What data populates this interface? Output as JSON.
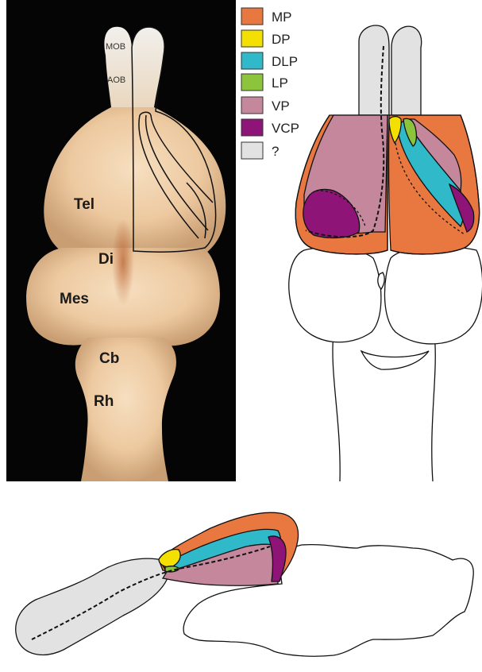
{
  "photo": {
    "labels": {
      "mob": "MOB",
      "aob": "AOB",
      "tel": "Tel",
      "di": "Di",
      "mes": "Mes",
      "cb": "Cb",
      "rh": "Rh"
    }
  },
  "legend": {
    "items": [
      {
        "label": "MP",
        "color": "#e8783f"
      },
      {
        "label": "DP",
        "color": "#f4e000"
      },
      {
        "label": "DLP",
        "color": "#2fb9c9"
      },
      {
        "label": "LP",
        "color": "#8cc43c"
      },
      {
        "label": "VP",
        "color": "#c4879c"
      },
      {
        "label": "VCP",
        "color": "#8f1478"
      },
      {
        "label": "?",
        "color": "#e2e2e2"
      }
    ]
  },
  "colors": {
    "mp": "#e8783f",
    "dp": "#f4e000",
    "dlp": "#2fb9c9",
    "lp": "#8cc43c",
    "vp": "#c4879c",
    "vcp": "#8f1478",
    "unknown": "#e2e2e2",
    "photo_background": "#050505",
    "tissue": "#f0d2ad"
  }
}
